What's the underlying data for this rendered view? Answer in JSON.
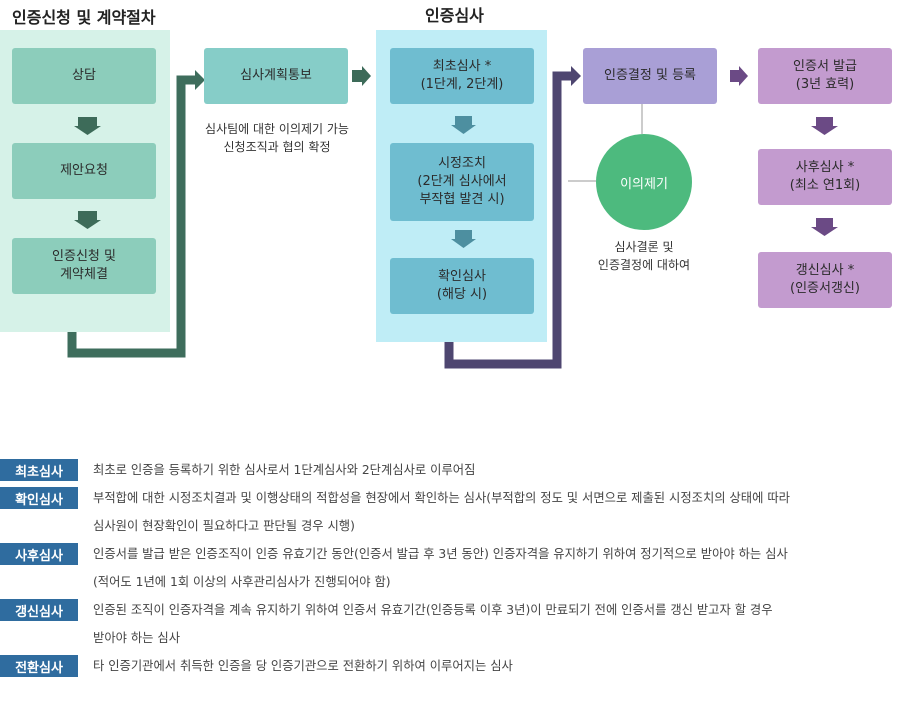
{
  "titles": {
    "left": "인증신청 및 계약절차",
    "middle": "인증심사"
  },
  "left_steps": [
    {
      "label": "상담"
    },
    {
      "label": "제안요청"
    },
    {
      "label": "인증신청 및\n계약체결"
    }
  ],
  "plan": {
    "label": "심사계획통보",
    "note": "심사팀에 대한 이의제기 가능\n신청조직과 협의 확정"
  },
  "audit_steps": [
    {
      "label": "최초심사 *\n(1단계, 2단계)"
    },
    {
      "label": "시정조치\n(2단계 심사에서\n부작협 발견 시)"
    },
    {
      "label": "확인심사\n(해당 시)"
    }
  ],
  "decision": {
    "label": "인증결정 및 등록",
    "objection": "이의제기",
    "objection_note": "심사결론 및\n인증결정에 대하여"
  },
  "cert_steps": [
    {
      "label": "인증서 발급\n(3년 효력)"
    },
    {
      "label": "사후심사 *\n(최소 연1회)"
    },
    {
      "label": "갱신심사 *\n(인증서갱신)"
    }
  ],
  "legend": [
    {
      "tag": "최초심사",
      "lines": [
        "최초로 인증을 등록하기 위한 심사로서 1단계심사와 2단계심사로 이루어짐"
      ]
    },
    {
      "tag": "확인심사",
      "lines": [
        "부적합에 대한 시정조치결과 및 이행상태의 적합성을 현장에서 확인하는 심사(부적합의 정도 및 서면으로 제출된 시정조치의 상태에 따라",
        "심사원이 현장확인이 필요하다고 판단될 경우 시행)"
      ]
    },
    {
      "tag": "사후심사",
      "lines": [
        "인증서를 발급 받은 인증조직이 인증 유효기간 동안(인증서 발급 후 3년 동안) 인증자격을 유지하기 위하여 정기적으로 받아야 하는 심사",
        "(적어도 1년에 1회 이상의 사후관리심사가 진행되어야 함)"
      ]
    },
    {
      "tag": "갱신심사",
      "lines": [
        "인증된 조직이 인증자격을 계속 유지하기 위하여 인증서 유효기간(인증등록 이후 3년)이 만료되기 전에 인증서를 갱신 받고자 할 경우",
        "받아야 하는 심사"
      ]
    },
    {
      "tag": "전환심사",
      "lines": [
        "타 인증기관에서 취득한 인증을 당 인증기관으로 전환하기 위하여 이루어지는 심사"
      ]
    }
  ],
  "colors": {
    "left_panel": "#d6f2e8",
    "middle_panel": "#bfedf6",
    "connector_green": "#3e6d5c",
    "connector_purple": "#4e4670",
    "arrow_green": "#3d6b59",
    "arrow_teal": "#4d8fa0",
    "arrow_purple": "#6b4a85",
    "tag_blue": "#2f6c9f"
  }
}
